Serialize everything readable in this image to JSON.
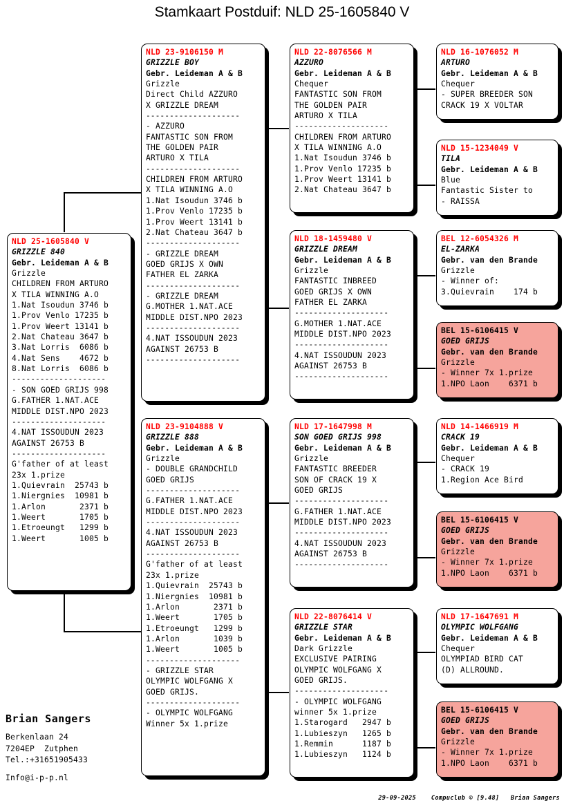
{
  "document": {
    "title": "Stamkaart Postduif: NLD 25-1605840 V"
  },
  "subject": {
    "id": "NLD 25-1605840 V",
    "name": "GRIZZLE 840",
    "owner": "Gebr. Leideman A & B",
    "color": "Grizzle",
    "lines": [
      "CHILDREN FROM ARTURO",
      "X TILA WINNING A.O",
      "1.Nat Isoudun 3746 b",
      "1.Prov Venlo 17235 b",
      "1.Prov Weert 13141 b",
      "2.Nat Chateau 3647 b",
      "3.Nat Lorris  6086 b",
      "4.Nat Sens    4672 b",
      "8.Nat Lorris  6086 b",
      "--------------------",
      "- SON GOED GRIJS 998",
      "G.FATHER 1.NAT.ACE",
      "MIDDLE DIST.NPO 2023",
      "--------------------",
      "4.NAT ISSOUDUN 2023",
      "AGAINST 26753 B",
      "--------------------",
      "G'father of at least",
      "23x 1.prize",
      "1.Quievrain  25743 b",
      "1.Niergnies  10981 b",
      "1.Arlon       2371 b",
      "1.Weert       1705 b",
      "1.Etroeungt   1299 b",
      "1.Weert       1005 b"
    ]
  },
  "cards": [
    {
      "key": "father",
      "id": "NLD 23-9106150 M",
      "name": "GRIZZLE BOY",
      "owner": "Gebr. Leideman A & B",
      "color": "Grizzle",
      "pink": false,
      "lines": [
        "Direct Child AZZURO",
        "X GRIZZLE DREAM",
        "--------------------",
        "- AZZURO",
        "FANTASTIC SON FROM",
        "THE GOLDEN PAIR",
        "ARTURO X TILA",
        "--------------------",
        "CHILDREN FROM ARTURO",
        "X TILA WINNING A.O",
        "1.Nat Isoudun 3746 b",
        "1.Prov Venlo 17235 b",
        "1.Prov Weert 13141 b",
        "2.Nat Chateau 3647 b",
        "--------------------",
        "- GRIZZLE DREAM",
        "GOED GRIJS X OWN",
        "FATHER EL ZARKA",
        "--------------------",
        "- GRIZZLE DREAM",
        "G.MOTHER 1.NAT.ACE",
        "MIDDLE DIST.NPO 2023",
        "--------------------",
        "4.NAT ISSOUDUN 2023",
        "AGAINST 26753 B",
        "--------------------"
      ]
    },
    {
      "key": "mother",
      "id": "NLD 23-9104888 V",
      "name": "GRIZZLE 888",
      "owner": "Gebr. Leideman A & B",
      "color": "Grizzle",
      "pink": false,
      "lines": [
        "- DOUBLE GRANDCHILD",
        "GOED GRIJS",
        "--------------------",
        "G.FATHER 1.NAT.ACE",
        "MIDDLE DIST.NPO 2023",
        "--------------------",
        "4.NAT ISSOUDUN 2023",
        "AGAINST 26753 B",
        "--------------------",
        "G'father of at least",
        "23x 1.prize",
        "1.Quievrain  25743 b",
        "1.Niergnies  10981 b",
        "1.Arlon       2371 b",
        "1.Weert       1705 b",
        "1.Etroeungt   1299 b",
        "1.Arlon       1039 b",
        "1.Weert       1005 b",
        "--------------------",
        "- GRIZZLE STAR",
        "OLYMPIC WOLFGANG X",
        "GOED GRIJS.",
        "--------------------",
        "- OLYMPIC WOLFGANG",
        "Winner 5x 1.prize"
      ]
    },
    {
      "key": "ff",
      "id": "NLD 22-8076566 M",
      "name": "AZZURO",
      "owner": "Gebr. Leideman A & B",
      "color": "Chequer",
      "pink": false,
      "lines": [
        "FANTASTIC SON FROM",
        "THE GOLDEN PAIR",
        "ARTURO X TILA",
        "--------------------",
        "CHILDREN FROM ARTURO",
        "X TILA WINNING A.O",
        "1.Nat Isoudun 3746 b",
        "1.Prov Venlo 17235 b",
        "1.Prov Weert 13141 b",
        "2.Nat Chateau 3647 b"
      ]
    },
    {
      "key": "fm",
      "id": "NLD 18-1459480 V",
      "name": "GRIZZLE DREAM",
      "owner": "Gebr. Leideman A & B",
      "color": "Grizzle",
      "pink": false,
      "lines": [
        "FANTASTIC INBREED",
        "GOED GRIJS X OWN",
        "FATHER EL ZARKA",
        "--------------------",
        "G.MOTHER 1.NAT.ACE",
        "MIDDLE DIST.NPO 2023",
        "--------------------",
        "4.NAT ISSOUDUN 2023",
        "AGAINST 26753 B",
        "--------------------"
      ]
    },
    {
      "key": "mf",
      "id": "NLD 17-1647998 M",
      "name": "SON GOED GRIJS 998",
      "owner": "Gebr. Leideman A & B",
      "color": "Grizzle",
      "pink": false,
      "lines": [
        "FANTASTIC BREEDER",
        "SON OF CRACK 19 X",
        "GOED GRIJS",
        "--------------------",
        "G.FATHER 1.NAT.ACE",
        "MIDDLE DIST.NPO 2023",
        "--------------------",
        "4.NAT ISSOUDUN 2023",
        "AGAINST 26753 B",
        "--------------------"
      ]
    },
    {
      "key": "mm",
      "id": "NLD 22-8076414 V",
      "name": "GRIZZLE STAR",
      "owner": "Gebr. Leideman A & B",
      "color": "Dark Grizzle",
      "pink": false,
      "lines": [
        "EXCLUSIVE PAIRING",
        "OLYMPIC WOLFGANG X",
        "GOED GRIJS.",
        "--------------------",
        "- OLYMPIC WOLFGANG",
        "winner 5x 1.prize",
        "1.Starogard   2947 b",
        "1.Lubieszyn   1265 b",
        "1.Remmin      1187 b",
        "1.Lubieszyn   1124 b"
      ]
    },
    {
      "key": "fff",
      "id": "NLD 16-1076052 M",
      "name": "ARTURO",
      "owner": "Gebr. Leideman A & B",
      "color": "Chequer",
      "pink": false,
      "lines": [
        "- SUPER BREEDER SON",
        "CRACK 19 X VOLTAR"
      ]
    },
    {
      "key": "ffm",
      "id": "NLD 15-1234049 V",
      "name": "TILA",
      "owner": "Gebr. Leideman A & B",
      "color": "Blue",
      "pink": false,
      "lines": [
        "Fantastic Sister to",
        "- RAISSA"
      ]
    },
    {
      "key": "fmf",
      "id": "BEL 12-6054326 M",
      "name": "EL-ZARKA",
      "owner": "Gebr. van den Brande",
      "color": "Grizzle",
      "pink": false,
      "lines": [
        "- Winner of:",
        "3.Quievrain    174 b"
      ]
    },
    {
      "key": "fmm",
      "id": "BEL 15-6106415 V",
      "name": "GOED GRIJS",
      "owner": "Gebr. van den Brande",
      "color": "Grizzle",
      "pink": true,
      "lines": [
        "- Winner 7x 1.prize",
        "1.NPO Laon    6371 b"
      ]
    },
    {
      "key": "mff",
      "id": "NLD 14-1466919 M",
      "name": "CRACK 19",
      "owner": "Gebr. Leideman A & B",
      "color": "Chequer",
      "pink": false,
      "lines": [
        "- CRACK 19",
        "1.Region Ace Bird"
      ]
    },
    {
      "key": "mfm",
      "id": "BEL 15-6106415 V",
      "name": "GOED GRIJS",
      "owner": "Gebr. van den Brande",
      "color": "Grizzle",
      "pink": true,
      "lines": [
        "- Winner 7x 1.prize",
        "1.NPO Laon    6371 b"
      ]
    },
    {
      "key": "mmf",
      "id": "NLD 17-1647691 M",
      "name": "OLYMPIC WOLFGANG",
      "owner": "Gebr. Leideman A & B",
      "color": "Chequer",
      "pink": false,
      "lines": [
        "OLYMPIAD BIRD CAT",
        "(D) ALLROUND."
      ]
    },
    {
      "key": "mmm",
      "id": "BEL 15-6106415 V",
      "name": "GOED GRIJS",
      "owner": "Gebr. van den Brande",
      "color": "Grizzle",
      "pink": true,
      "lines": [
        "- Winner 7x 1.prize",
        "1.NPO Laon    6371 b"
      ]
    }
  ],
  "breeder": {
    "name": "Brian Sangers",
    "street": "Berkenlaan 24",
    "city": "7204EP  Zutphen",
    "phone": "Tel.:+31651905433",
    "email": "Info@i-p-p.nl"
  },
  "footer": {
    "date": "29-09-2025",
    "software": "Compuclub © [9.48]",
    "owner": "Brian Sangers"
  },
  "colors": {
    "id_red": "#ff0000",
    "highlight_pink": "#f6a49c",
    "text_black": "#000000",
    "background": "#ffffff"
  }
}
